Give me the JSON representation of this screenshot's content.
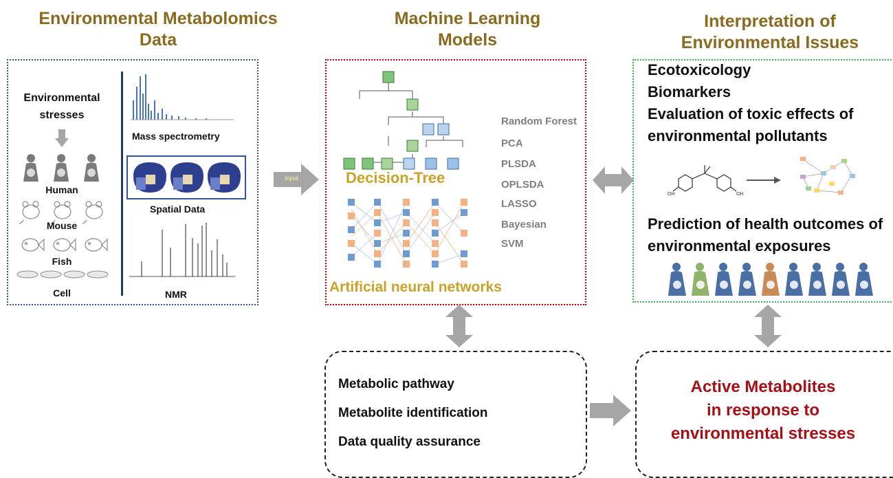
{
  "titles": {
    "data": [
      "Environmental Metabolomics",
      "Data"
    ],
    "models": [
      "Machine Learning",
      "Models"
    ],
    "interpretation": [
      "Interpretation of",
      "Environmental Issues"
    ]
  },
  "data_panel": {
    "env_stresses": [
      "Environmental",
      "stresses"
    ],
    "organisms": [
      "Human",
      "Mouse",
      "Fish",
      "Cell"
    ],
    "techniques": [
      "Mass spectrometry",
      "Spatial Data",
      "NMR"
    ]
  },
  "arrow_input": "Input",
  "models_panel": {
    "decision_tree": "Decision-Tree",
    "ann": "Artificial neural networks",
    "methods": [
      "Random Forest",
      "PCA",
      "PLSDA",
      "OPLSDA",
      "LASSO",
      "Bayesian",
      "SVM"
    ]
  },
  "interp_panel": {
    "top_lines": [
      "Ecotoxicology",
      "Biomarkers",
      "Evaluation of toxic effects of",
      "environmental pollutants"
    ],
    "prediction_lines": [
      "Prediction of health outcomes of",
      "environmental exposures"
    ]
  },
  "bottom_left": [
    "Metabolic pathway",
    "Metabolite identification",
    "Data quality assurance"
  ],
  "bottom_right": [
    "Active Metabolites",
    "in response to",
    "environmental stresses"
  ],
  "colors": {
    "title": "#8a6a1e",
    "data_border": "#2f5597",
    "model_border": "#c00000",
    "interp_border": "#3cb043",
    "accent_red": "#a50f15",
    "arrow": "#a6a6a6",
    "figure_blue": "#4a6fa5",
    "figure_green": "#8fb36b",
    "figure_orange": "#c98a5a"
  }
}
